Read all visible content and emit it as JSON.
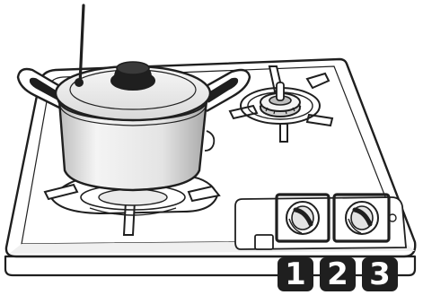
{
  "knob_labels": [
    "1",
    "2",
    "3"
  ],
  "colors": {
    "outline": "#1f1f1f",
    "pot_light": "#f2f2f2",
    "pot_shade": "#d6d6d6",
    "cooktop": "#ffffff",
    "badge_bg": "#1f1f1f",
    "badge_text": "#ffffff"
  }
}
